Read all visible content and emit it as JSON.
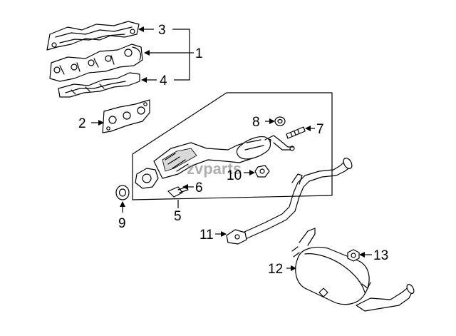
{
  "watermark": "zvparts",
  "callouts": {
    "c1": "1",
    "c2": "2",
    "c3": "3",
    "c4": "4",
    "c5": "5",
    "c6": "6",
    "c7": "7",
    "c8": "8",
    "c9": "9",
    "c10": "10",
    "c11": "11",
    "c12": "12",
    "c13": "13"
  }
}
